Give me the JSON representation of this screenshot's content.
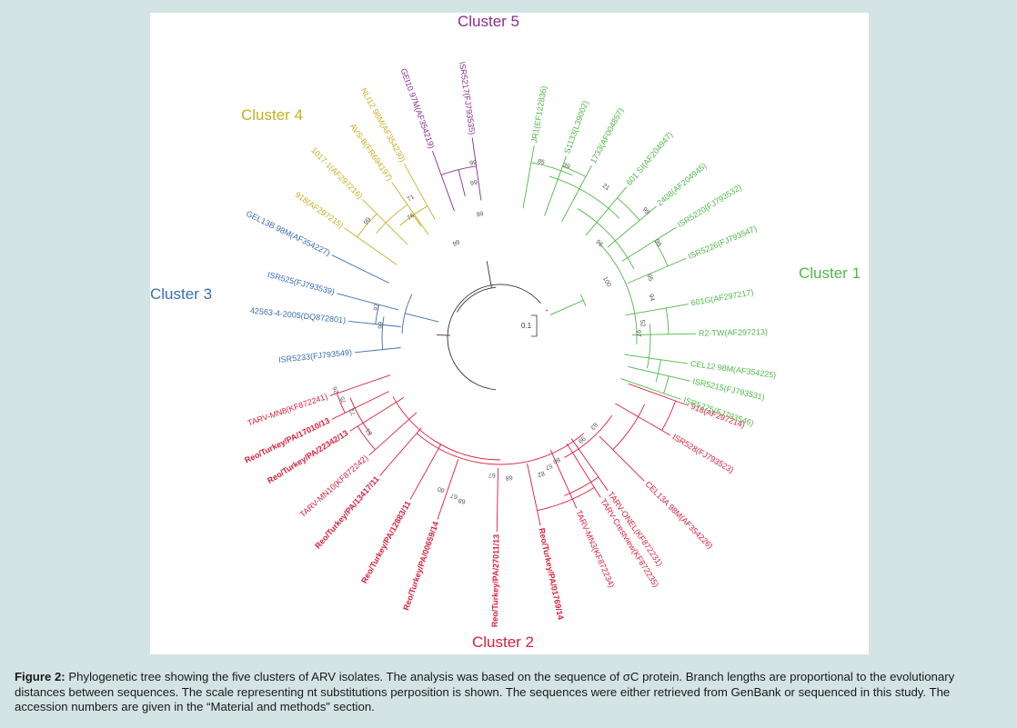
{
  "figure": {
    "colors": {
      "cluster1": "#4fb848",
      "cluster2": "#d81f3b",
      "cluster3": "#3b6db5",
      "cluster4": "#c8b020",
      "cluster5": "#8a2d8e",
      "root": "#333333"
    },
    "clusters": [
      {
        "id": "c1",
        "label": "Cluster 1",
        "color": "#4fb848"
      },
      {
        "id": "c2",
        "label": "Cluster 2",
        "color": "#d81f3b"
      },
      {
        "id": "c3",
        "label": "Cluster 3",
        "color": "#3b6db5"
      },
      {
        "id": "c4",
        "label": "Cluster 4",
        "color": "#c8b020"
      },
      {
        "id": "c5",
        "label": "Cluster 5",
        "color": "#8a2d8e"
      }
    ],
    "scale_label": "0.1",
    "leaves": [
      {
        "label": "ISR5217(FJ793535)",
        "cluster": "c5",
        "bold": false
      },
      {
        "label": "GEI10 97M(AF354219)",
        "cluster": "c5",
        "bold": false
      },
      {
        "label": "NLI12 98M(AF354230)",
        "cluster": "c4",
        "bold": false
      },
      {
        "label": "AVS-B(FR694197)",
        "cluster": "c4",
        "bold": false
      },
      {
        "label": "1017-1(AF297216)",
        "cluster": "c4",
        "bold": false
      },
      {
        "label": "918(AF297215)",
        "cluster": "c4",
        "bold": false
      },
      {
        "label": "GEL13B 98M(AF354227)",
        "cluster": "c3",
        "bold": false
      },
      {
        "label": "ISR525(FJ793539)",
        "cluster": "c3",
        "bold": false
      },
      {
        "label": "42563-4-2005(DQ872801)",
        "cluster": "c3",
        "bold": false
      },
      {
        "label": "ISR5233(FJ793549)",
        "cluster": "c3",
        "bold": false
      },
      {
        "label": "Reo/Turkey/PA/17010/13",
        "cluster": "c2",
        "bold": true
      },
      {
        "label": "TARV-MN8(KF872241)",
        "cluster": "c2",
        "bold": false
      },
      {
        "label": "Reo/Turkey/PA/22342/13",
        "cluster": "c2",
        "bold": true
      },
      {
        "label": "TARV-MN10(KF872242)",
        "cluster": "c2",
        "bold": false
      },
      {
        "label": "Reo/Turkey/PA/13417/11",
        "cluster": "c2",
        "bold": true
      },
      {
        "label": "Reo/Turkey/PA/12883/11",
        "cluster": "c2",
        "bold": true
      },
      {
        "label": "Reo/Turkey/PA/00659/14",
        "cluster": "c2",
        "bold": true
      },
      {
        "label": "Reo/Turkey/PA/27011/13",
        "cluster": "c2",
        "bold": true
      },
      {
        "label": "Reo/Turkey/PA/01769/14",
        "cluster": "c2",
        "bold": true
      },
      {
        "label": "TARV-MN3(KF872234)",
        "cluster": "c2",
        "bold": false
      },
      {
        "label": "TARV-Crestview(KF872235)",
        "cluster": "c2",
        "bold": false
      },
      {
        "label": "TARV-ONEL(KF872231)",
        "cluster": "c2",
        "bold": false
      },
      {
        "label": "CEL13A 98M(AF354226)",
        "cluster": "c2",
        "bold": false
      },
      {
        "label": "ISR528(FJ793523)",
        "cluster": "c2",
        "bold": false
      },
      {
        "label": "916(AF297214)",
        "cluster": "c2",
        "bold": false
      },
      {
        "label": "ISR5225(FJ793546)",
        "cluster": "c1",
        "bold": false
      },
      {
        "label": "ISR5215(FJ793531)",
        "cluster": "c1",
        "bold": false
      },
      {
        "label": "CEL12 98M(AF354225)",
        "cluster": "c1",
        "bold": false
      },
      {
        "label": "R2-TW(AF297213)",
        "cluster": "c1",
        "bold": false
      },
      {
        "label": "601G(AF297217)",
        "cluster": "c1",
        "bold": false
      },
      {
        "label": "ISR5226(FJ793547)",
        "cluster": "c1",
        "bold": false
      },
      {
        "label": "ISR5220(FJ793532)",
        "cluster": "c1",
        "bold": false
      },
      {
        "label": "2408(AF204945)",
        "cluster": "c1",
        "bold": false
      },
      {
        "label": "601 SI(AF204947)",
        "cluster": "c1",
        "bold": false
      },
      {
        "label": "1733(AF004857)",
        "cluster": "c1",
        "bold": false
      },
      {
        "label": "S1133(L39002)",
        "cluster": "c1",
        "bold": false
      },
      {
        "label": "JR1(EF122836)",
        "cluster": "c1",
        "bold": false
      }
    ],
    "bootstrap_values": [
      "99",
      "99",
      "71",
      "76",
      "99",
      "99",
      "99",
      "97",
      "99",
      "26",
      "75",
      "72",
      "51",
      "80",
      "67",
      "68",
      "67",
      "68",
      "82",
      "57",
      "80",
      "99",
      "63",
      "52",
      "97",
      "94",
      "95",
      "100",
      "96",
      "99",
      "99",
      "21",
      "39",
      "85"
    ]
  },
  "caption": {
    "label": "Figure 2:",
    "text": " Phylogenetic tree showing the five clusters of ARV isolates. The analysis was based on the sequence of σC protein. Branch lengths are proportional to the evolutionary distances between sequences. The scale representing nt substitutions perposition is shown. The sequences were either retrieved from GenBank or sequenced in this study. The accession numbers are given in the “Material and methods” section."
  }
}
